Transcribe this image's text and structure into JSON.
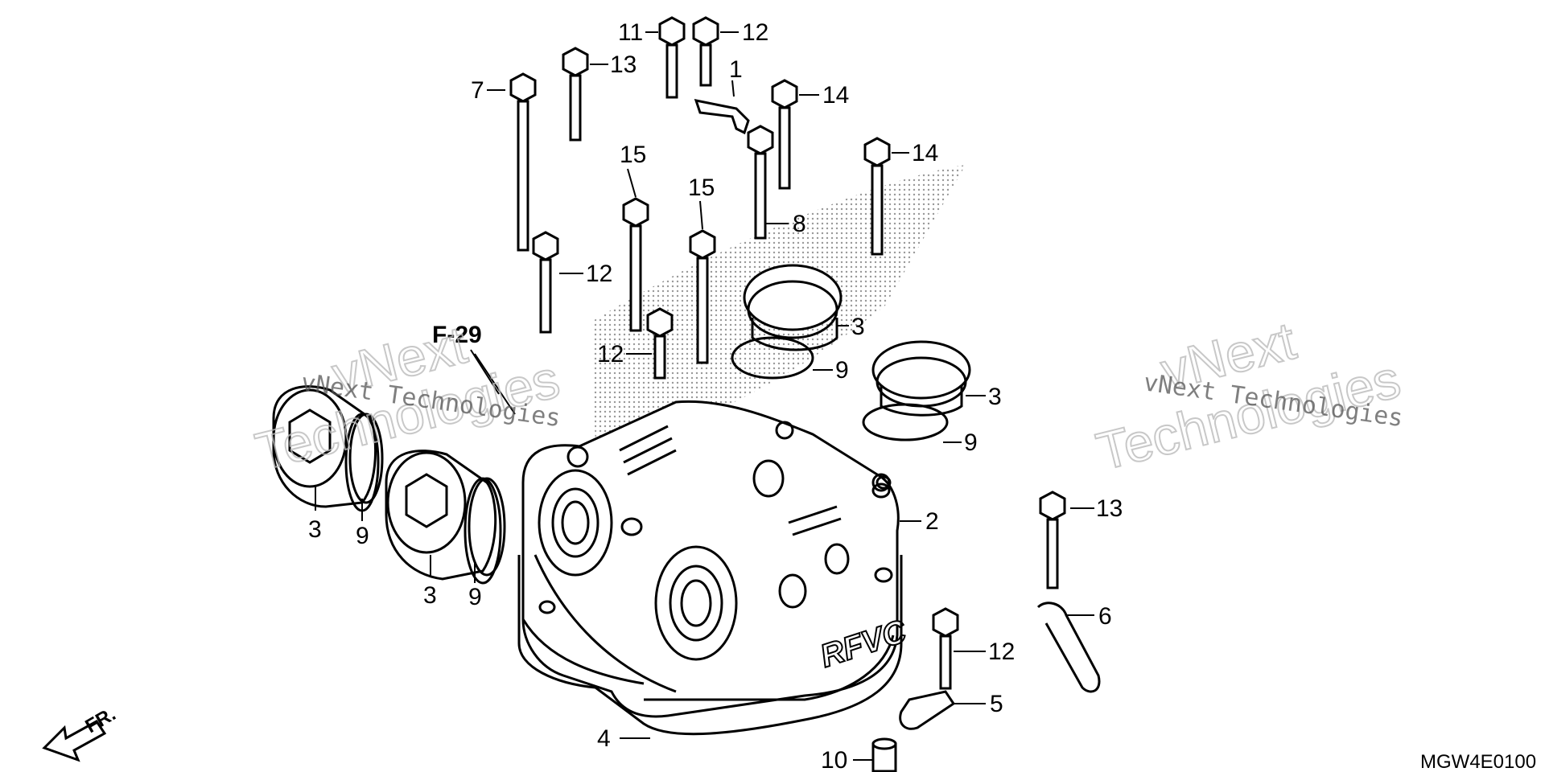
{
  "diagram": {
    "part_numbers": [
      "1",
      "2",
      "3",
      "3",
      "3",
      "3",
      "4",
      "5",
      "6",
      "7",
      "8",
      "9",
      "9",
      "9",
      "9",
      "10",
      "11",
      "12",
      "12",
      "12",
      "12",
      "13",
      "13",
      "14",
      "14",
      "15",
      "15"
    ],
    "section_reference": "F-29",
    "direction_label": "FR.",
    "cover_emblem": "RFVC",
    "diagram_code": "MGW4E0100",
    "watermark": {
      "line1": "vNext",
      "line2": "Technologies",
      "caption": "vNext Technologies"
    }
  }
}
